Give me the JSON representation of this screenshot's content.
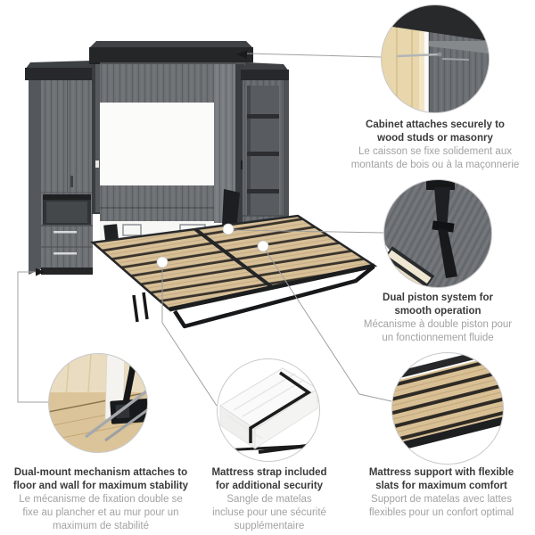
{
  "page": {
    "kind": "product-feature-infographic",
    "product": "murphy-wall-bed-with-storage-cabinets",
    "background": "#ffffff"
  },
  "palette": {
    "cabinet_gray": "#6d7174",
    "cabinet_dark_trim": "#26282b",
    "slat_tan": "#d7bf97",
    "stud_beige": "#e8d6ac",
    "floor_beige": "#dcc49a",
    "text_dark": "#3a3a3a",
    "text_gray": "#a2a2a2",
    "connector_gray": "#a0a0a0",
    "white": "#ffffff"
  },
  "captions": [
    {
      "id": "cabinet-mount",
      "detail_graphic": "cabinet-attached-to-wall-stud-closeup",
      "en": [
        "Cabinet attaches securely to",
        "wood studs or masonry"
      ],
      "fr": [
        "Le caisson se fixe solidement aux",
        "montants de bois ou à la maçonnerie"
      ]
    },
    {
      "id": "dual-piston",
      "detail_graphic": "piston-mechanism-closeup",
      "en": [
        "Dual piston system for",
        "smooth operation"
      ],
      "fr": [
        "Mécanisme à double piston pour",
        "un fonctionnement fluide"
      ]
    },
    {
      "id": "dual-mount",
      "detail_graphic": "floor-wall-mount-screws-closeup",
      "en": [
        "Dual-mount mechanism attaches to",
        "floor and wall for maximum stability"
      ],
      "fr": [
        "Le mécanisme de fixation double se",
        "fixe au plancher et au mur pour un",
        "maximum de stabilité"
      ]
    },
    {
      "id": "mattress-strap",
      "detail_graphic": "mattress-with-strap-closeup",
      "en": [
        "Mattress strap included",
        "for additional security"
      ],
      "fr": [
        "Sangle de matelas",
        "incluse pour une sécurité",
        "supplémentaire"
      ]
    },
    {
      "id": "slat-support",
      "detail_graphic": "flexible-wood-slats-closeup",
      "en": [
        "Mattress support with flexible",
        "slats for maximum comfort"
      ],
      "fr": [
        "Support de matelas avec lattes",
        "flexibles pour un confort optimal"
      ]
    }
  ]
}
